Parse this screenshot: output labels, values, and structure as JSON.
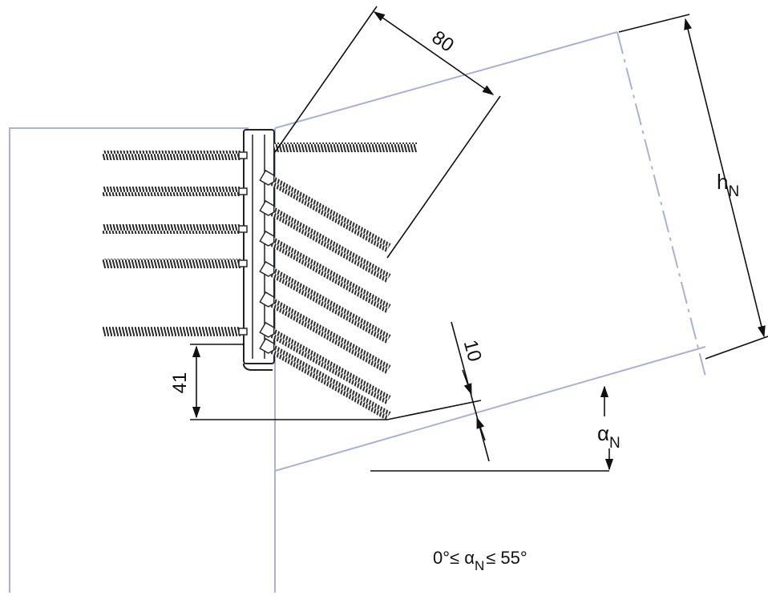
{
  "dimensions": {
    "screw_spacing": "80",
    "edge_offset": "10",
    "bottom_offset": "41",
    "height_symbol": "h",
    "height_subscript": "N",
    "angle_symbol": "α",
    "angle_subscript": "N"
  },
  "angle_range": {
    "prefix": "0°≤ α",
    "subscript": "N",
    "suffix": "≤ 55°"
  },
  "colors": {
    "outline": "#aab0d8",
    "dimension": "#111111",
    "screw": "#2a2a2a"
  }
}
